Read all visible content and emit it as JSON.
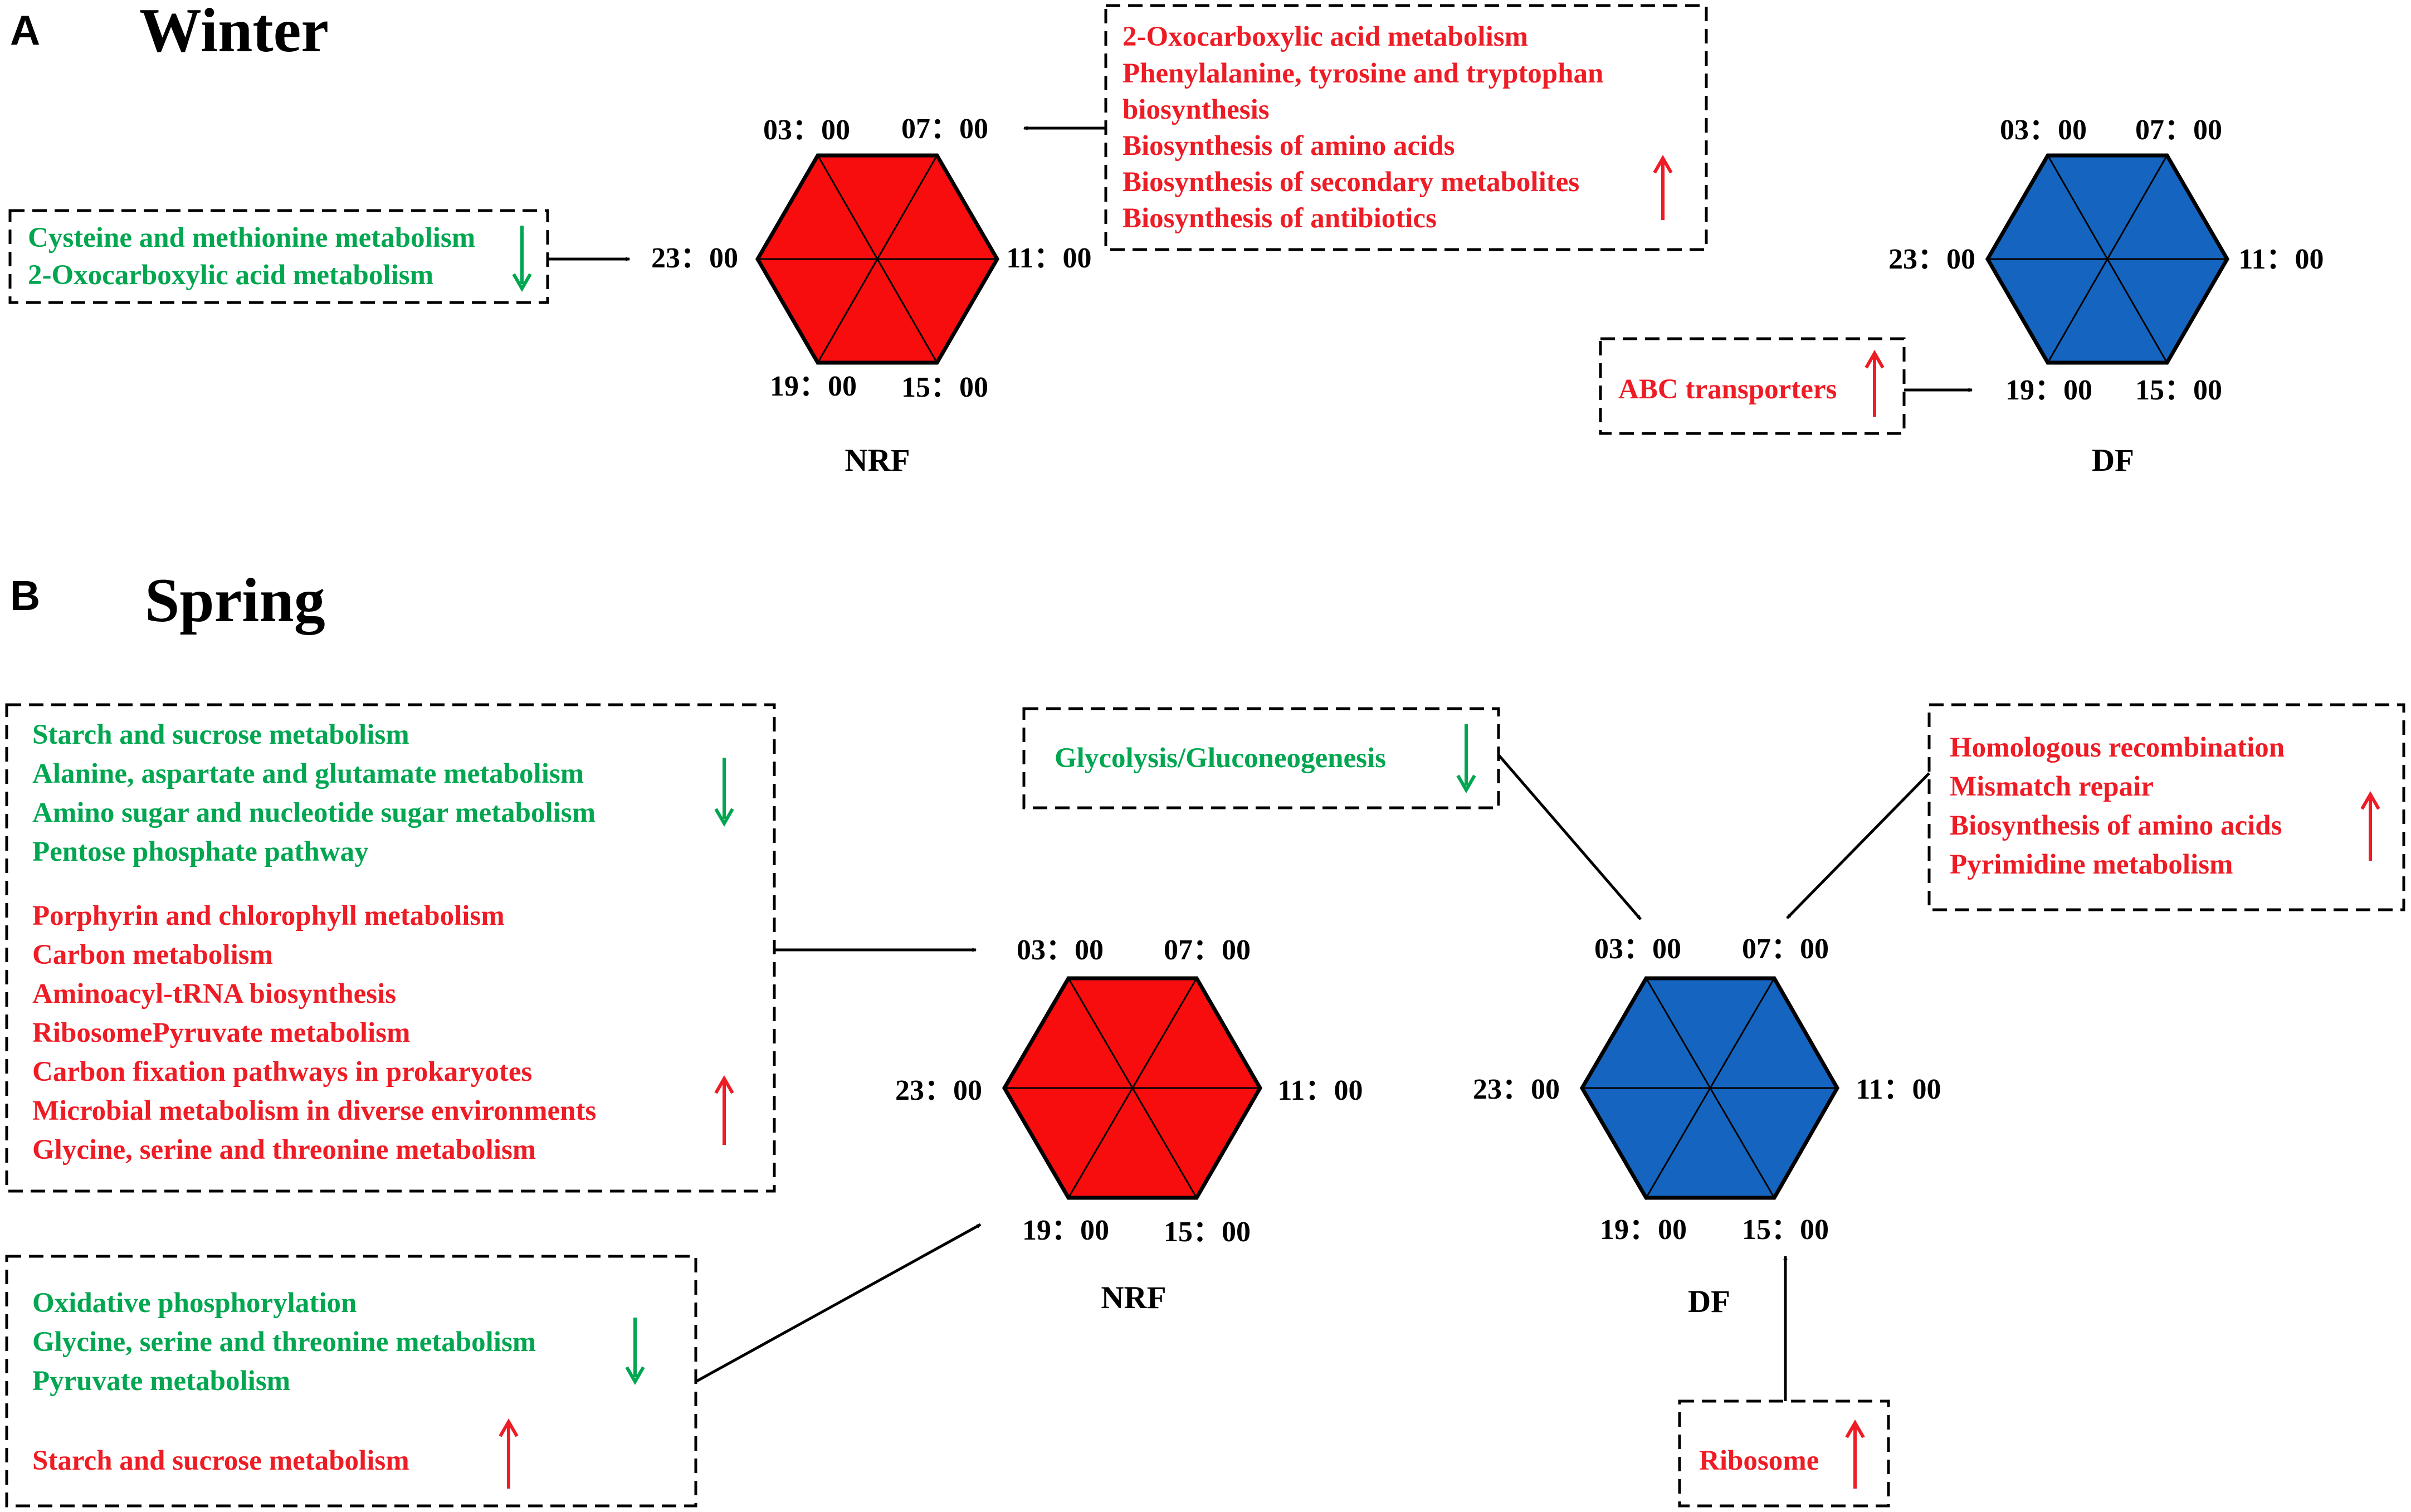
{
  "panels": {
    "a": {
      "letter": "A",
      "season": "Winter"
    },
    "b": {
      "letter": "B",
      "season": "Spring"
    }
  },
  "sites": {
    "nrf": "NRF",
    "df": "DF"
  },
  "times": {
    "t03": "03：00",
    "t07": "07：00",
    "t11": "11：00",
    "t15": "15：00",
    "t19": "19：00",
    "t23": "23：00"
  },
  "colors": {
    "nrf_fill": "#f70d0d",
    "df_fill": "#1565c0",
    "up": "#ee1c25",
    "down": "#00a650"
  },
  "winter": {
    "nrf_left_box": {
      "down": [
        "Cysteine and methionine metabolism",
        "2-Oxocarboxylic acid metabolism"
      ]
    },
    "nrf_top_box": {
      "up": [
        "2-Oxocarboxylic acid metabolism",
        "Phenylalanine, tyrosine and tryptophan",
        "biosynthesis",
        "Biosynthesis of amino acids",
        "Biosynthesis of secondary metabolites",
        "Biosynthesis of antibiotics"
      ]
    },
    "df_box": {
      "up": [
        "ABC transporters"
      ]
    }
  },
  "spring": {
    "nrf_box1": {
      "down": [
        "Starch and sucrose metabolism",
        "Alanine, aspartate and glutamate metabolism",
        "Amino sugar and nucleotide sugar metabolism",
        "Pentose phosphate pathway"
      ],
      "up": [
        "Porphyrin and chlorophyll metabolism",
        "Carbon metabolism",
        "Aminoacyl-tRNA biosynthesis",
        "RibosomePyruvate metabolism",
        "Carbon fixation pathways in prokaryotes",
        "Microbial metabolism in diverse environments",
        "Glycine, serine and threonine metabolism"
      ]
    },
    "nrf_box2": {
      "down": [
        "Oxidative phosphorylation",
        "Glycine, serine and threonine metabolism",
        "Pyruvate metabolism"
      ],
      "up": [
        "Starch and sucrose metabolism"
      ]
    },
    "df_box_glycolysis": {
      "down": [
        "Glycolysis/Gluconeogenesis"
      ]
    },
    "df_box_right": {
      "up": [
        "Homologous recombination",
        "Mismatch repair",
        "Biosynthesis of amino acids",
        "Pyrimidine metabolism"
      ]
    },
    "df_box_ribosome": {
      "up": [
        "Ribosome"
      ]
    }
  }
}
